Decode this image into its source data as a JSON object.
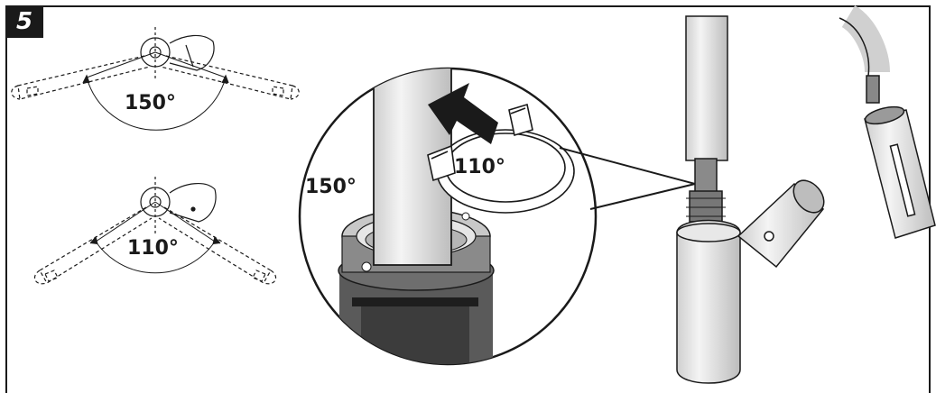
{
  "step": {
    "number": "5"
  },
  "diagrams": {
    "top_view_wide": {
      "angle_label": "150°"
    },
    "top_view_narrow": {
      "angle_label": "110°"
    }
  },
  "zoom_detail": {
    "outer_angle_label": "150°",
    "inner_angle_label": "110°"
  },
  "colors": {
    "line": "#1a1a1a",
    "metal_dark": "#444444",
    "metal_mid": "#9a9a9a",
    "metal_light": "#d9d9d9"
  }
}
